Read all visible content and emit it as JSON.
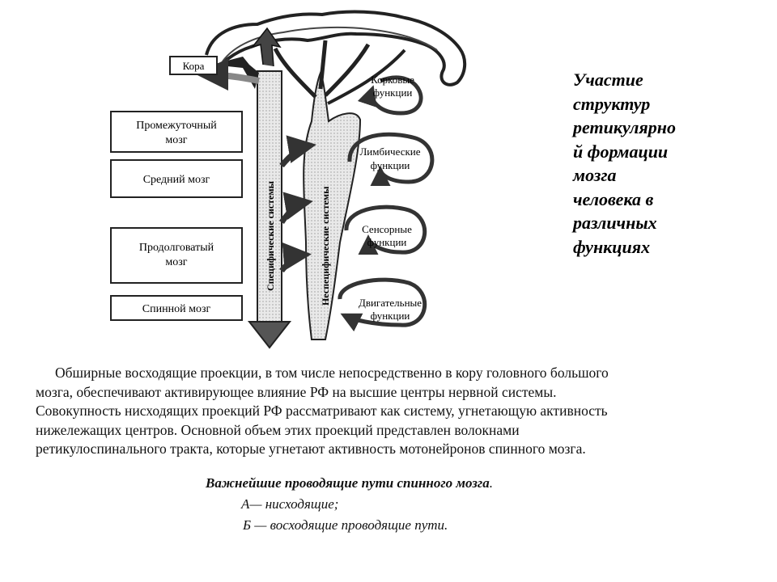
{
  "diagram": {
    "cortex_label": "Кора",
    "brain_parts": [
      "Промежуточный мозг",
      "Средний мозг",
      "Продолговатый мозг",
      "Спинной мозг"
    ],
    "specific_systems_label": "Специфические системы",
    "nonspecific_systems_label": "Неспецифические системы",
    "functions": [
      "Корковые функции",
      "Лимбические функции",
      "Сенсорные функции",
      "Двигательные функции"
    ]
  },
  "side_title_lines": [
    "Участие",
    "структур",
    "ретикулярно",
    "й формации",
    "мозга",
    "человека в",
    "различных",
    "функциях"
  ],
  "paragraph_lines": [
    "Обширные восходящие проекции, в том числе непосредственно в кору головного большого",
    "мозга, обеспечивают активирующее влияние РФ на высшие центры нервной системы.",
    "Совокупность нисходящих проекций РФ рассматривают как систему, угнетающую активность",
    "нижележащих центров. Основной объем этих проекций представлен волокнами",
    "ретикулоспинального тракта, которые угнетают активность мотонейронов спинного мозга."
  ],
  "paths": {
    "title": "Важнейшие проводящие пути спинного мозга",
    "title_end": ".",
    "a": "А— нисходящие;",
    "b": "Б — восходящие проводящие пути."
  }
}
